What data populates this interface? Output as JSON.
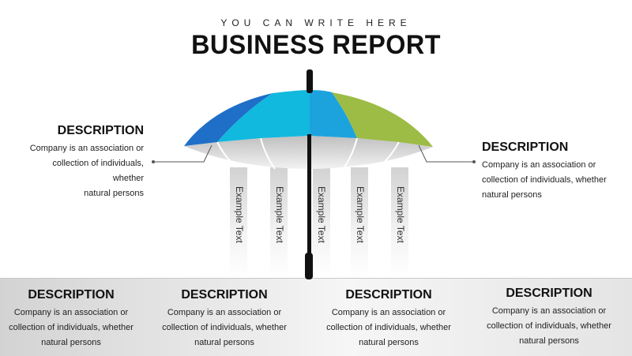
{
  "header": {
    "subtitle": "YOU CAN WRITE HERE",
    "title": "BUSINESS REPORT"
  },
  "colors": {
    "segment_dark_blue": "#1f6fc8",
    "segment_cyan": "#12b9de",
    "segment_light_blue": "#1ca3dd",
    "segment_green": "#9cbc45",
    "handle": "#111111"
  },
  "umbrella": {
    "streams": [
      {
        "label": "Example Text"
      },
      {
        "label": "Example Text"
      },
      {
        "label": "Example Text"
      },
      {
        "label": "Example Text"
      },
      {
        "label": "Example Text"
      }
    ]
  },
  "side_descriptions": [
    {
      "heading": "DESCRIPTION",
      "text_line1": "Company is an association or",
      "text_line2": "collection of individuals, whether",
      "text_line3": "natural persons"
    },
    {
      "heading": "DESCRIPTION",
      "text_line1": "Company is an association or",
      "text_line2": "collection of individuals, whether",
      "text_line3": "natural persons"
    }
  ],
  "bottom_descriptions": [
    {
      "heading": "DESCRIPTION",
      "text_line1": "Company is an association or",
      "text_line2": "collection of individuals, whether",
      "text_line3": "natural persons"
    },
    {
      "heading": "DESCRIPTION",
      "text_line1": "Company is an association or",
      "text_line2": "collection of individuals, whether",
      "text_line3": "natural persons"
    },
    {
      "heading": "DESCRIPTION",
      "text_line1": "Company is an association or",
      "text_line2": "collection of individuals, whether",
      "text_line3": "natural persons"
    },
    {
      "heading": "DESCRIPTION",
      "text_line1": "Company is an association or",
      "text_line2": "collection of individuals, whether",
      "text_line3": "natural persons"
    }
  ]
}
